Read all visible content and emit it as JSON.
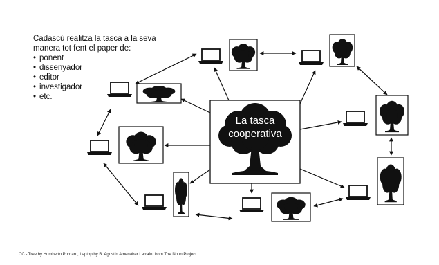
{
  "intro": {
    "text": "Cadascú realitza la tasca a la seva manera tot fent el paper de:",
    "roles": [
      "ponent",
      "dissenyador",
      "editor",
      "investigador",
      "etc."
    ]
  },
  "center": {
    "line1": "La tasca",
    "line2": "cooperativa"
  },
  "credit": "CC - Tree by Humberto Pornaro, Laptop by B. Agustín Amenábar Larraín, from The Noun Project",
  "icons": {
    "tree": "tree-icon",
    "laptop": "laptop-icon"
  },
  "colors": {
    "ink": "#111111",
    "background": "#ffffff"
  }
}
